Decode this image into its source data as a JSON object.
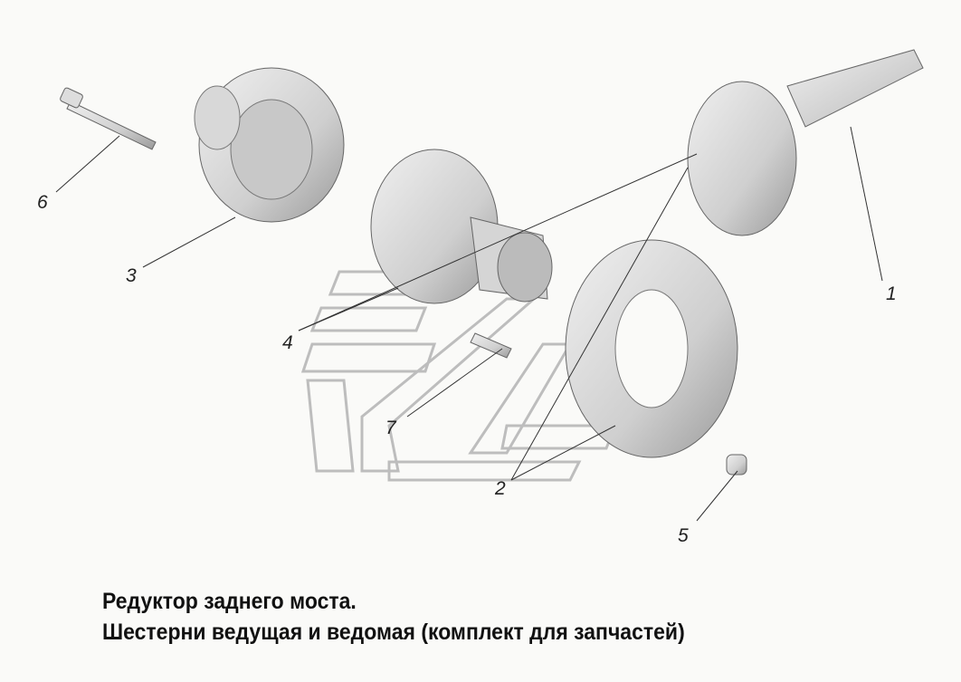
{
  "caption": {
    "line1": "Редуктор заднего моста.",
    "line2": "Шестерни ведущая и ведомая (комплект для запчастей)"
  },
  "callouts": [
    "1",
    "2",
    "3",
    "4",
    "5",
    "6",
    "7"
  ],
  "colors": {
    "part_fill": "#e2e2e2",
    "part_stroke": "#666666",
    "watermark": "#bdbdbd",
    "leader": "#333333"
  }
}
